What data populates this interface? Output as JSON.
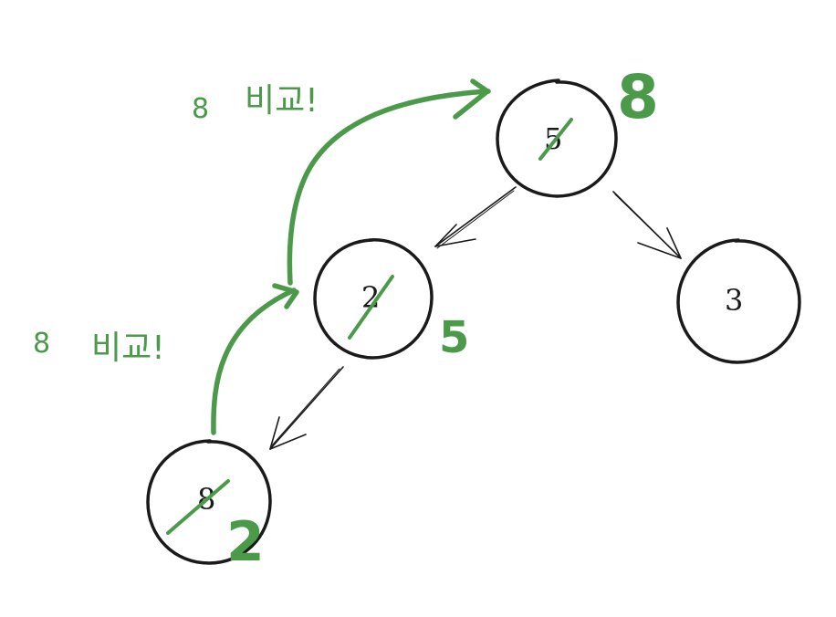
{
  "colors": {
    "ink": "#1a1a1a",
    "accent_green": "#4a9a4a"
  },
  "annotations": {
    "top": {
      "num": "8",
      "text": "비교!"
    },
    "left": {
      "num": "8",
      "text": "비교!"
    }
  },
  "nodes": {
    "root": {
      "original": "5",
      "replacement": "8",
      "struck": true
    },
    "left_child": {
      "original": "2",
      "replacement": "5",
      "struck": true
    },
    "right_child": {
      "original": "3",
      "struck": false
    },
    "bottom_left": {
      "original": "8",
      "replacement": "2",
      "struck": true
    }
  }
}
